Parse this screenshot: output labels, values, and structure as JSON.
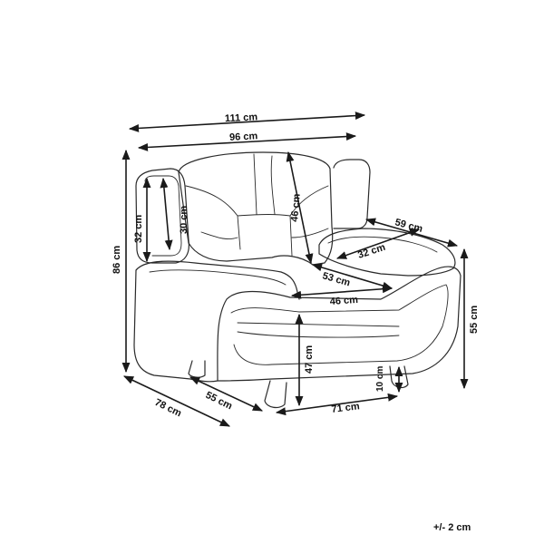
{
  "dimensions": {
    "overall_width": "111 cm",
    "seat_width_outer": "96 cm",
    "back_height": "46 cm",
    "arm_height_outer": "32 cm",
    "arm_height_inner": "30 cm",
    "total_height": "86 cm",
    "arm_depth": "59 cm",
    "arm_width": "32 cm",
    "seat_depth_diag": "53 cm",
    "seat_width": "46 cm",
    "arm_height_right": "55 cm",
    "seat_height": "47 cm",
    "leg_height": "10 cm",
    "side_depth": "55 cm",
    "total_depth": "78 cm",
    "front_width": "71 cm"
  },
  "tolerance": "+/- 2 cm"
}
